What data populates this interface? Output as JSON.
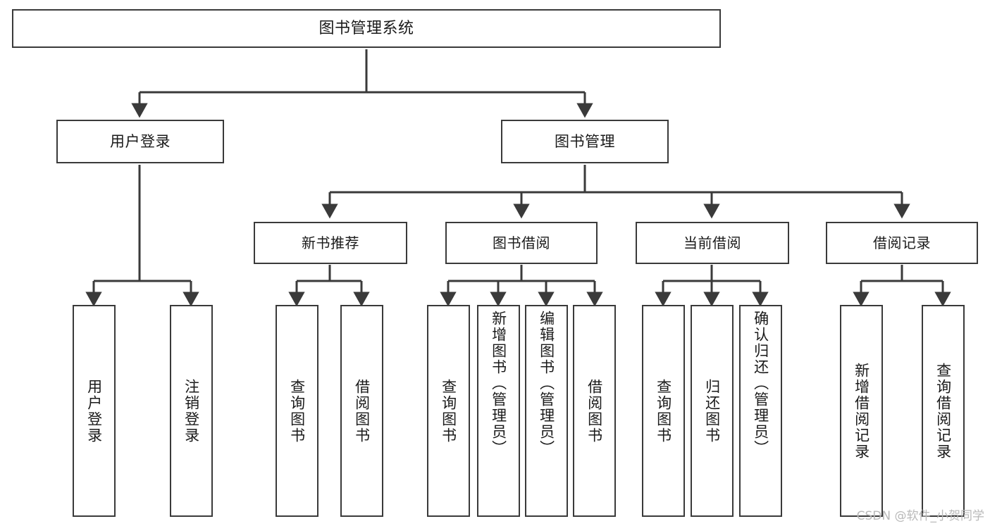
{
  "diagram": {
    "type": "tree-hierarchy-chart",
    "title": "图书管理系统",
    "watermark": "CSDN @软件_小贺同学",
    "colors": {
      "box_border": "#3a3a3a",
      "box_fill": "#ffffff",
      "edge": "#3a3a3a",
      "text": "#1a1a1a",
      "watermark": "#b9b9b9",
      "background": "#ffffff"
    },
    "nodes": {
      "root": {
        "label": "图书管理系统"
      },
      "level2": [
        {
          "id": "user-login",
          "label": "用户登录"
        },
        {
          "id": "book-management",
          "label": "图书管理"
        }
      ],
      "level3": [
        {
          "id": "new-book-recommend",
          "label": "新书推荐"
        },
        {
          "id": "book-borrow",
          "label": "图书借阅"
        },
        {
          "id": "current-borrow",
          "label": "当前借阅"
        },
        {
          "id": "borrow-record",
          "label": "借阅记录"
        }
      ],
      "leaves": {
        "user_login": [
          {
            "id": "leaf-user-login",
            "label": "用户登录"
          },
          {
            "id": "leaf-logout",
            "label": "注销登录"
          }
        ],
        "new_book_recommend": [
          {
            "id": "leaf-query-book-1",
            "label": "查询图书"
          },
          {
            "id": "leaf-borrow-book-1",
            "label": "借阅图书"
          }
        ],
        "book_borrow": [
          {
            "id": "leaf-query-book-2",
            "label": "查询图书"
          },
          {
            "id": "leaf-add-book",
            "label": "新增图书（管理员）"
          },
          {
            "id": "leaf-edit-book",
            "label": "编辑图书（管理员）"
          },
          {
            "id": "leaf-borrow-book-2",
            "label": "借阅图书"
          }
        ],
        "current_borrow": [
          {
            "id": "leaf-query-book-3",
            "label": "查询图书"
          },
          {
            "id": "leaf-return-book",
            "label": "归还图书"
          },
          {
            "id": "leaf-confirm-return",
            "label": "确认归还（管理员）"
          }
        ],
        "borrow_record": [
          {
            "id": "leaf-add-record",
            "label": "新增借阅记录"
          },
          {
            "id": "leaf-query-record",
            "label": "查询借阅记录"
          }
        ]
      }
    }
  }
}
